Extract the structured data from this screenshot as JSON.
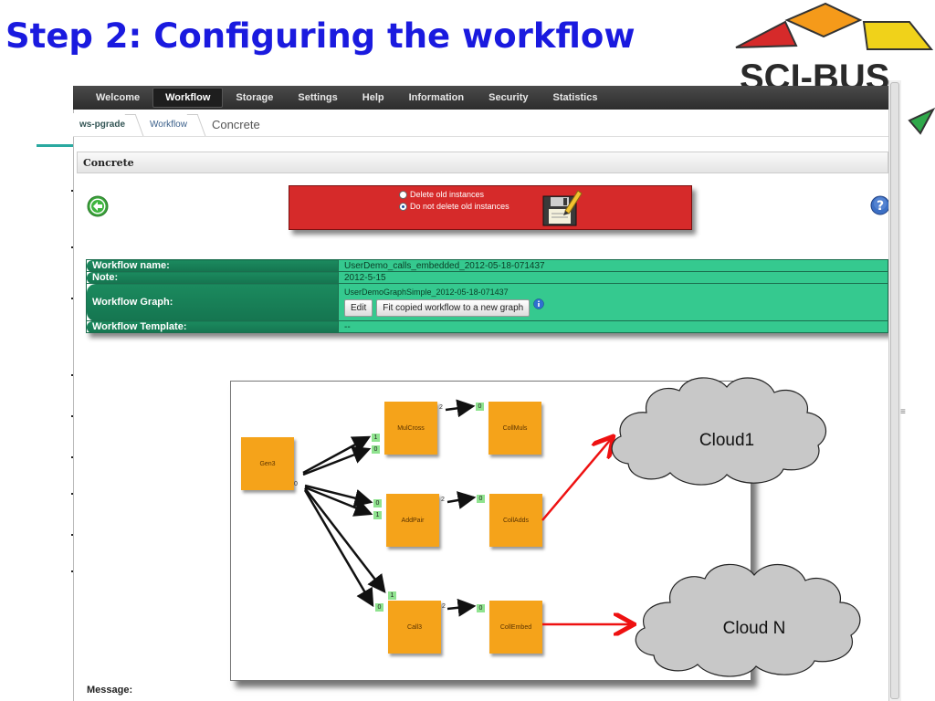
{
  "slide": {
    "title": "Step 2: Configuring the workflow",
    "logo_text": "SCI-BUS",
    "logo_colors": [
      "#d62a2a",
      "#f59a1a",
      "#f0d21a",
      "#2fa84a"
    ]
  },
  "nav": {
    "items": [
      "Welcome",
      "Workflow",
      "Storage",
      "Settings",
      "Help",
      "Information",
      "Security",
      "Statistics"
    ],
    "active": "Workflow"
  },
  "breadcrumb": [
    "ws-pgrade",
    "Workflow",
    "Concrete"
  ],
  "section": {
    "title": "Concrete"
  },
  "instances": {
    "option_delete": "Delete old instances",
    "option_keep": "Do not delete old instances",
    "selected": "option_keep"
  },
  "workflow": {
    "name_label": "Workflow name:",
    "name_value": "UserDemo_calls_embedded_2012-05-18-071437",
    "note_label": "Note:",
    "note_value": "2012-5-15",
    "graph_label": "Workflow Graph:",
    "graph_value": "UserDemoGraphSimple_2012-05-18-071437",
    "edit_label": "Edit",
    "fit_label": "Fit copied workflow to a new graph",
    "template_label": "Workflow Template:",
    "template_value": "--"
  },
  "graph": {
    "nodes": {
      "gen3": "Gen3",
      "mulcross": "MulCross",
      "addpair": "AddPair",
      "call3": "Call3",
      "collmuls": "CollMuls",
      "colladds": "CollAdds",
      "collembed": "CollEmbed"
    },
    "clouds": [
      "Cloud1",
      "Cloud N"
    ]
  },
  "message": {
    "label": "Message:"
  },
  "colors": {
    "title": "#1a1adf",
    "nav_bg": "#3a3a3a",
    "panel_red": "#d62a2a",
    "table_dark": "#1b8a5e",
    "table_light": "#35c98f",
    "node": "#f5a31a",
    "port": "#8fe38f",
    "arrow_red": "#ee1111"
  }
}
